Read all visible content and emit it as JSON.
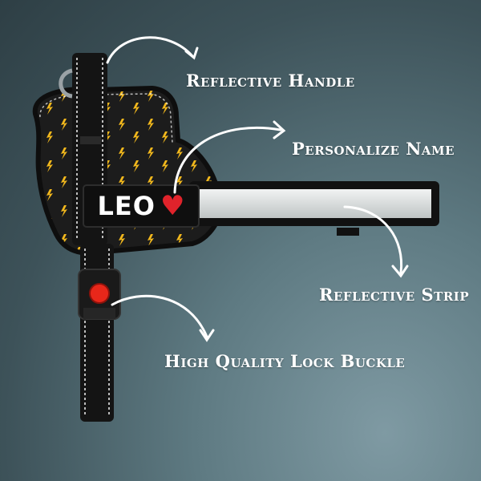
{
  "annotations": {
    "handle": "Reflective Handle",
    "name": "Personalize Name",
    "strip": "Reflective Strip",
    "buckle": "High Quality Lock Buckle"
  },
  "name_tag": {
    "text": "LEO",
    "heart": "♥"
  },
  "colors": {
    "harness": "#1a1a1a",
    "pattern": "#f2b81c",
    "reflective": "#d9dcdc",
    "heart": "#e0232b",
    "buckle_button": "#e8271a",
    "text": "#ffffff"
  }
}
